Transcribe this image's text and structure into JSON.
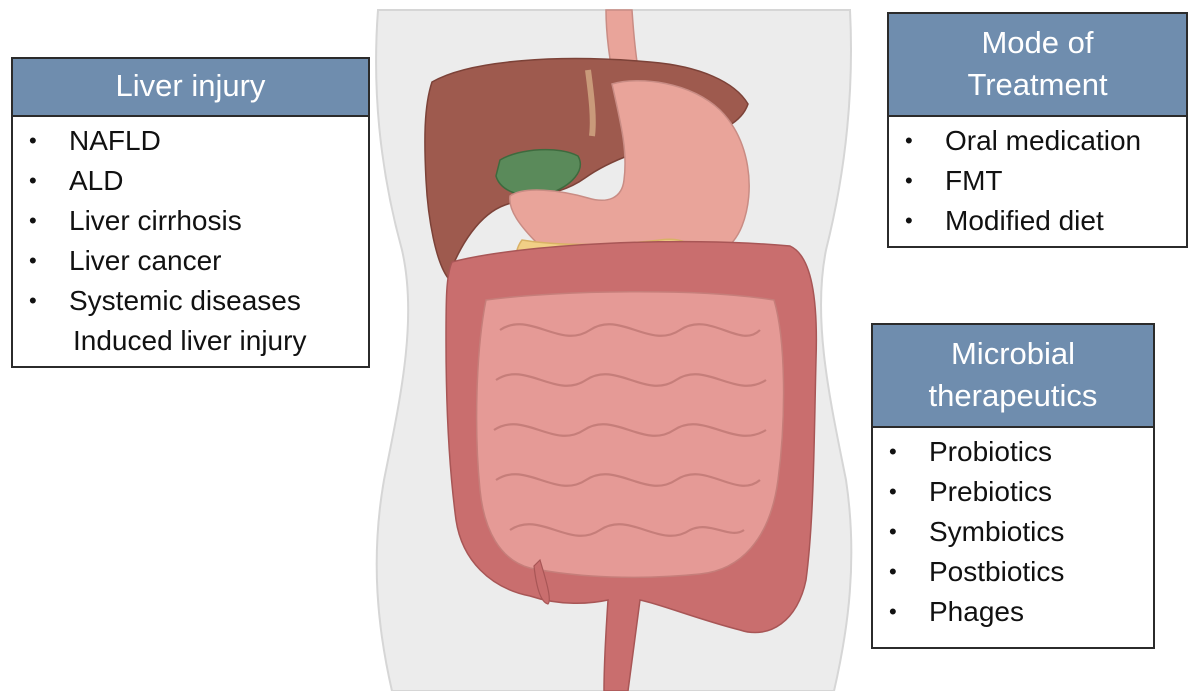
{
  "boxes": {
    "liver_injury": {
      "title": "Liver injury",
      "items": [
        "NAFLD",
        "ALD",
        "Liver cirrhosis",
        "Liver cancer",
        "Systemic diseases"
      ],
      "continuation": "Induced liver injury"
    },
    "mode_of_treatment": {
      "title_line1": "Mode of",
      "title_line2": "Treatment",
      "items": [
        "Oral medication",
        "FMT",
        "Modified diet"
      ]
    },
    "microbial_therapeutics": {
      "title_line1": "Microbial",
      "title_line2": "therapeutics",
      "items": [
        "Probiotics",
        "Prebiotics",
        "Symbiotics",
        "Postbiotics",
        "Phages"
      ]
    }
  },
  "colors": {
    "header_fill": "#6f8dae",
    "body_silhouette": "#ececec",
    "liver": "#9e5a4e",
    "gallbladder": "#5a8a5a",
    "stomach": "#e9a49a",
    "pancreas": "#f1cf86",
    "intestine": "#e59a96",
    "colon": "#c96e6e"
  },
  "icons": {
    "illustration": "digestive-system-icon"
  }
}
